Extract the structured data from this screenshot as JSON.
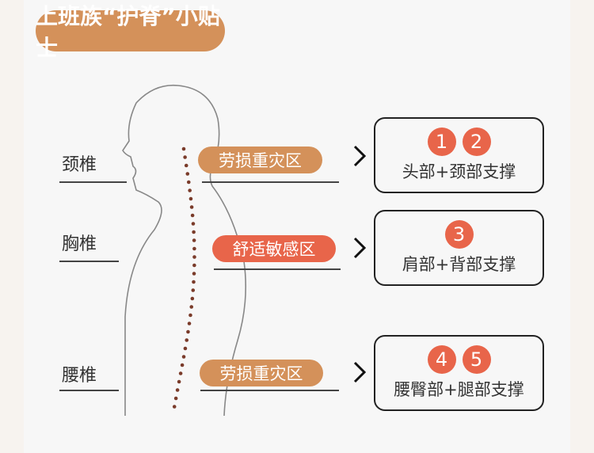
{
  "title": "上班族“护脊”小贴士",
  "colors": {
    "orange": "#d4915a",
    "red": "#e8654a",
    "spine": "#7a3b2a"
  },
  "sections": [
    {
      "spine": "颈椎",
      "tag": "劳损重灾区",
      "numbers": [
        "1",
        "2"
      ],
      "support": "头部+颈部支撑"
    },
    {
      "spine": "胸椎",
      "tag": "舒适敏感区",
      "numbers": [
        "3"
      ],
      "support": "肩部+背部支撑"
    },
    {
      "spine": "腰椎",
      "tag": "劳损重灾区",
      "numbers": [
        "4",
        "5"
      ],
      "support": "腰臀部+腿部支撑"
    }
  ]
}
